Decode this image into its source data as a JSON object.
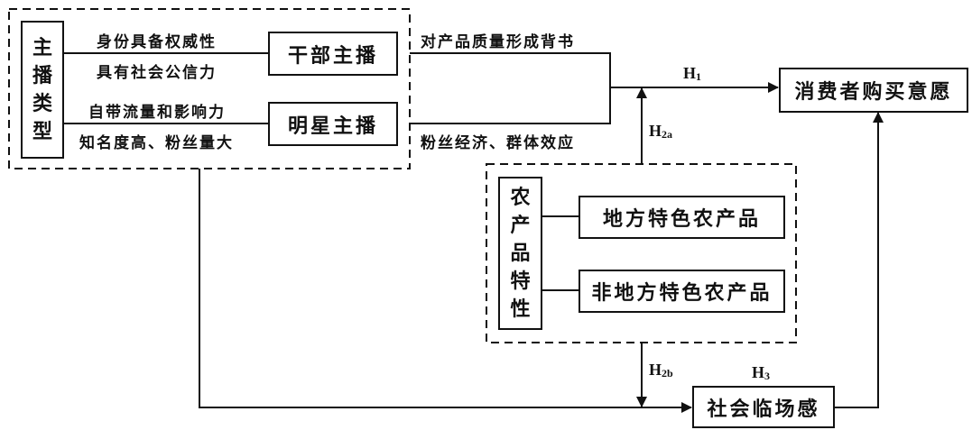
{
  "anchor_type": {
    "label": "主播类型",
    "chars": [
      "主",
      "播",
      "类",
      "型"
    ],
    "cadre": {
      "label": "干部主播",
      "trait_above": "身份具备权威性",
      "trait_below": "具有社会公信力",
      "effect": "对产品质量形成背书"
    },
    "celebrity": {
      "label": "明星主播",
      "trait_above": "自带流量和影响力",
      "trait_below": "知名度高、粉丝量大",
      "effect": "粉丝经济、群体效应"
    }
  },
  "product_traits": {
    "label": "农产品特性",
    "chars": [
      "农",
      "产",
      "品",
      "特",
      "性"
    ],
    "local": "地方特色农产品",
    "non_local": "非地方特色农产品"
  },
  "outcome": {
    "label": "消费者购买意愿"
  },
  "mediator": {
    "label": "社会临场感"
  },
  "hypotheses": {
    "h1": {
      "main": "H",
      "sub": "1"
    },
    "h2a": {
      "main": "H",
      "sub": "2a"
    },
    "h2b": {
      "main": "H",
      "sub": "2b"
    },
    "h3": {
      "main": "H",
      "sub": "3"
    }
  },
  "colors": {
    "line": "#111111",
    "background": "#ffffff"
  }
}
